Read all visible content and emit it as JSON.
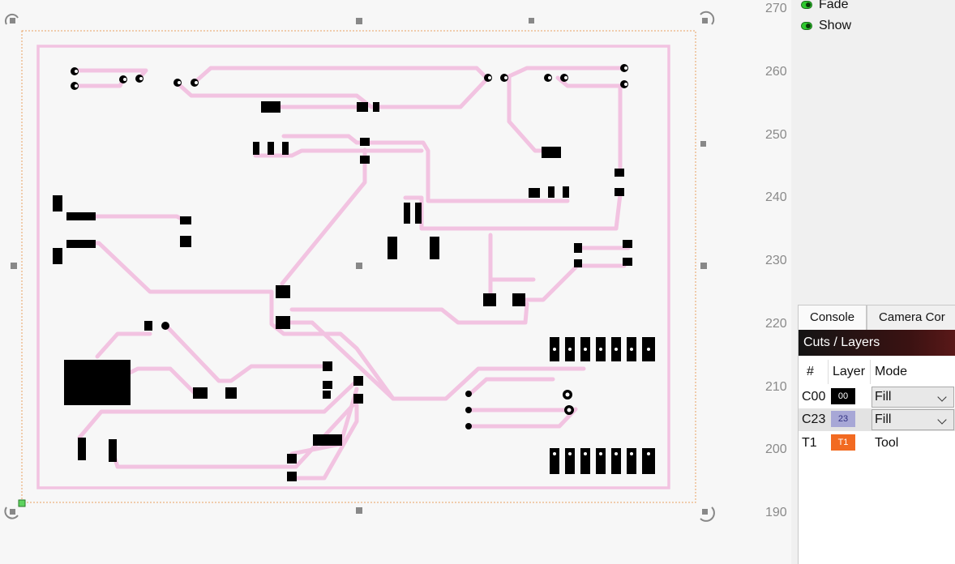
{
  "visibility": {
    "fade_label": "Fade",
    "show_label": "Show"
  },
  "ruler": {
    "ticks": [
      "270",
      "260",
      "250",
      "240",
      "230",
      "220",
      "210",
      "200",
      "190"
    ]
  },
  "tabs": [
    {
      "label": "Console"
    },
    {
      "label": "Camera Cor"
    }
  ],
  "layers_panel": {
    "title": "Cuts / Layers",
    "headers": {
      "num": "#",
      "layer": "Layer",
      "mode": "Mode"
    },
    "rows": [
      {
        "id": "C00",
        "swatch": "00",
        "swatch_color": "#000000",
        "swatch_text": "#ffffff",
        "mode": "Fill"
      },
      {
        "id": "C23",
        "swatch": "23",
        "swatch_color": "#a7a7d6",
        "swatch_text": "#303080",
        "mode": "Fill"
      },
      {
        "id": "T1",
        "swatch": "T1",
        "swatch_color": "#f26a21",
        "swatch_text": "#ffffff",
        "mode": "Tool"
      }
    ]
  },
  "colors": {
    "trace": "#f2c3e1",
    "pad": "#000000",
    "selection": "#e8a060"
  }
}
